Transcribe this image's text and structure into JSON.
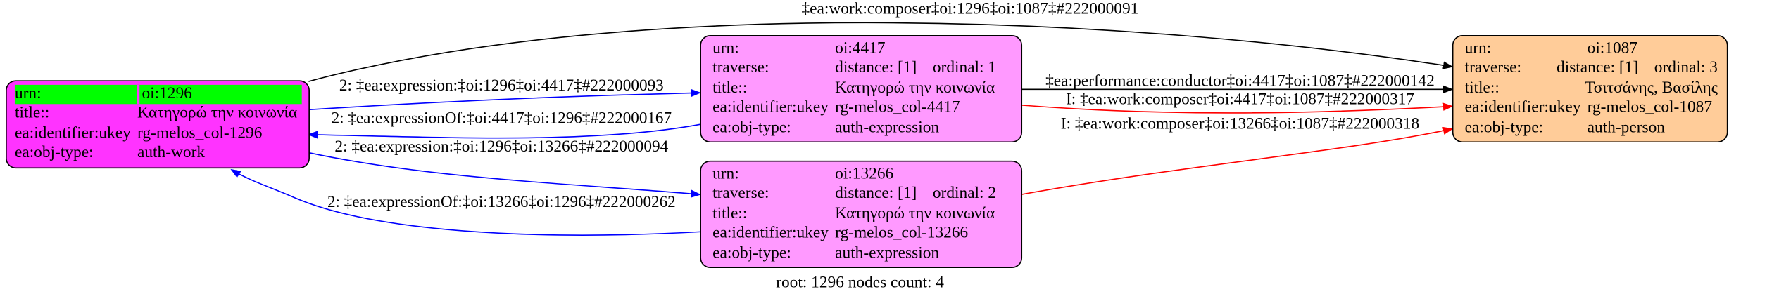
{
  "colors": {
    "work": "#ff33ff",
    "expression": "#ff99ff",
    "person": "#ffcc99",
    "root_highlight": "#00ff00",
    "edge_expression": "#0000ff",
    "edge_composer": "#ff0000",
    "edge_default": "#000000"
  },
  "nodes": {
    "n1296": {
      "rows": [
        [
          "urn:",
          "oi:1296"
        ],
        [
          "title::",
          "Κατηγορώ την κοινωνία"
        ],
        [
          "ea:identifier:ukey",
          "rg-melos_col-1296"
        ],
        [
          "ea:obj-type:",
          "auth-work"
        ]
      ]
    },
    "n4417": {
      "rows": [
        [
          "urn:",
          "oi:4417"
        ],
        [
          "traverse:",
          "distance: [1]",
          "ordinal: 1"
        ],
        [
          "title::",
          "Κατηγορώ την κοινωνία"
        ],
        [
          "ea:identifier:ukey",
          "rg-melos_col-4417"
        ],
        [
          "ea:obj-type:",
          "auth-expression"
        ]
      ]
    },
    "n13266": {
      "rows": [
        [
          "urn:",
          "oi:13266"
        ],
        [
          "traverse:",
          "distance: [1]",
          "ordinal: 2"
        ],
        [
          "title::",
          "Κατηγορώ την κοινωνία"
        ],
        [
          "ea:identifier:ukey",
          "rg-melos_col-13266"
        ],
        [
          "ea:obj-type:",
          "auth-expression"
        ]
      ]
    },
    "n1087": {
      "rows": [
        [
          "urn:",
          "oi:1087"
        ],
        [
          "traverse:",
          "distance: [1]",
          "ordinal: 3"
        ],
        [
          "title::",
          "Τσιτσάνης, Βασίλης"
        ],
        [
          "ea:identifier:ukey",
          "rg-melos_col-1087"
        ],
        [
          "ea:obj-type:",
          "auth-person"
        ]
      ]
    }
  },
  "edges": {
    "e1": "‡ea:work:composer‡oi:1296‡oi:1087‡#222000091",
    "e2": "2: ‡ea:expression:‡oi:1296‡oi:4417‡#222000093",
    "e3": "2: ‡ea:expressionOf:‡oi:4417‡oi:1296‡#222000167",
    "e4": "2: ‡ea:expression:‡oi:1296‡oi:13266‡#222000094",
    "e5": "2: ‡ea:expressionOf:‡oi:13266‡oi:1296‡#222000262",
    "e6": "‡ea:performance:conductor‡oi:4417‡oi:1087‡#222000142",
    "e7": "I: ‡ea:work:composer‡oi:4417‡oi:1087‡#222000317",
    "e8": "I: ‡ea:work:composer‡oi:13266‡oi:1087‡#222000318"
  },
  "footer": "root: 1296 nodes count: 4"
}
